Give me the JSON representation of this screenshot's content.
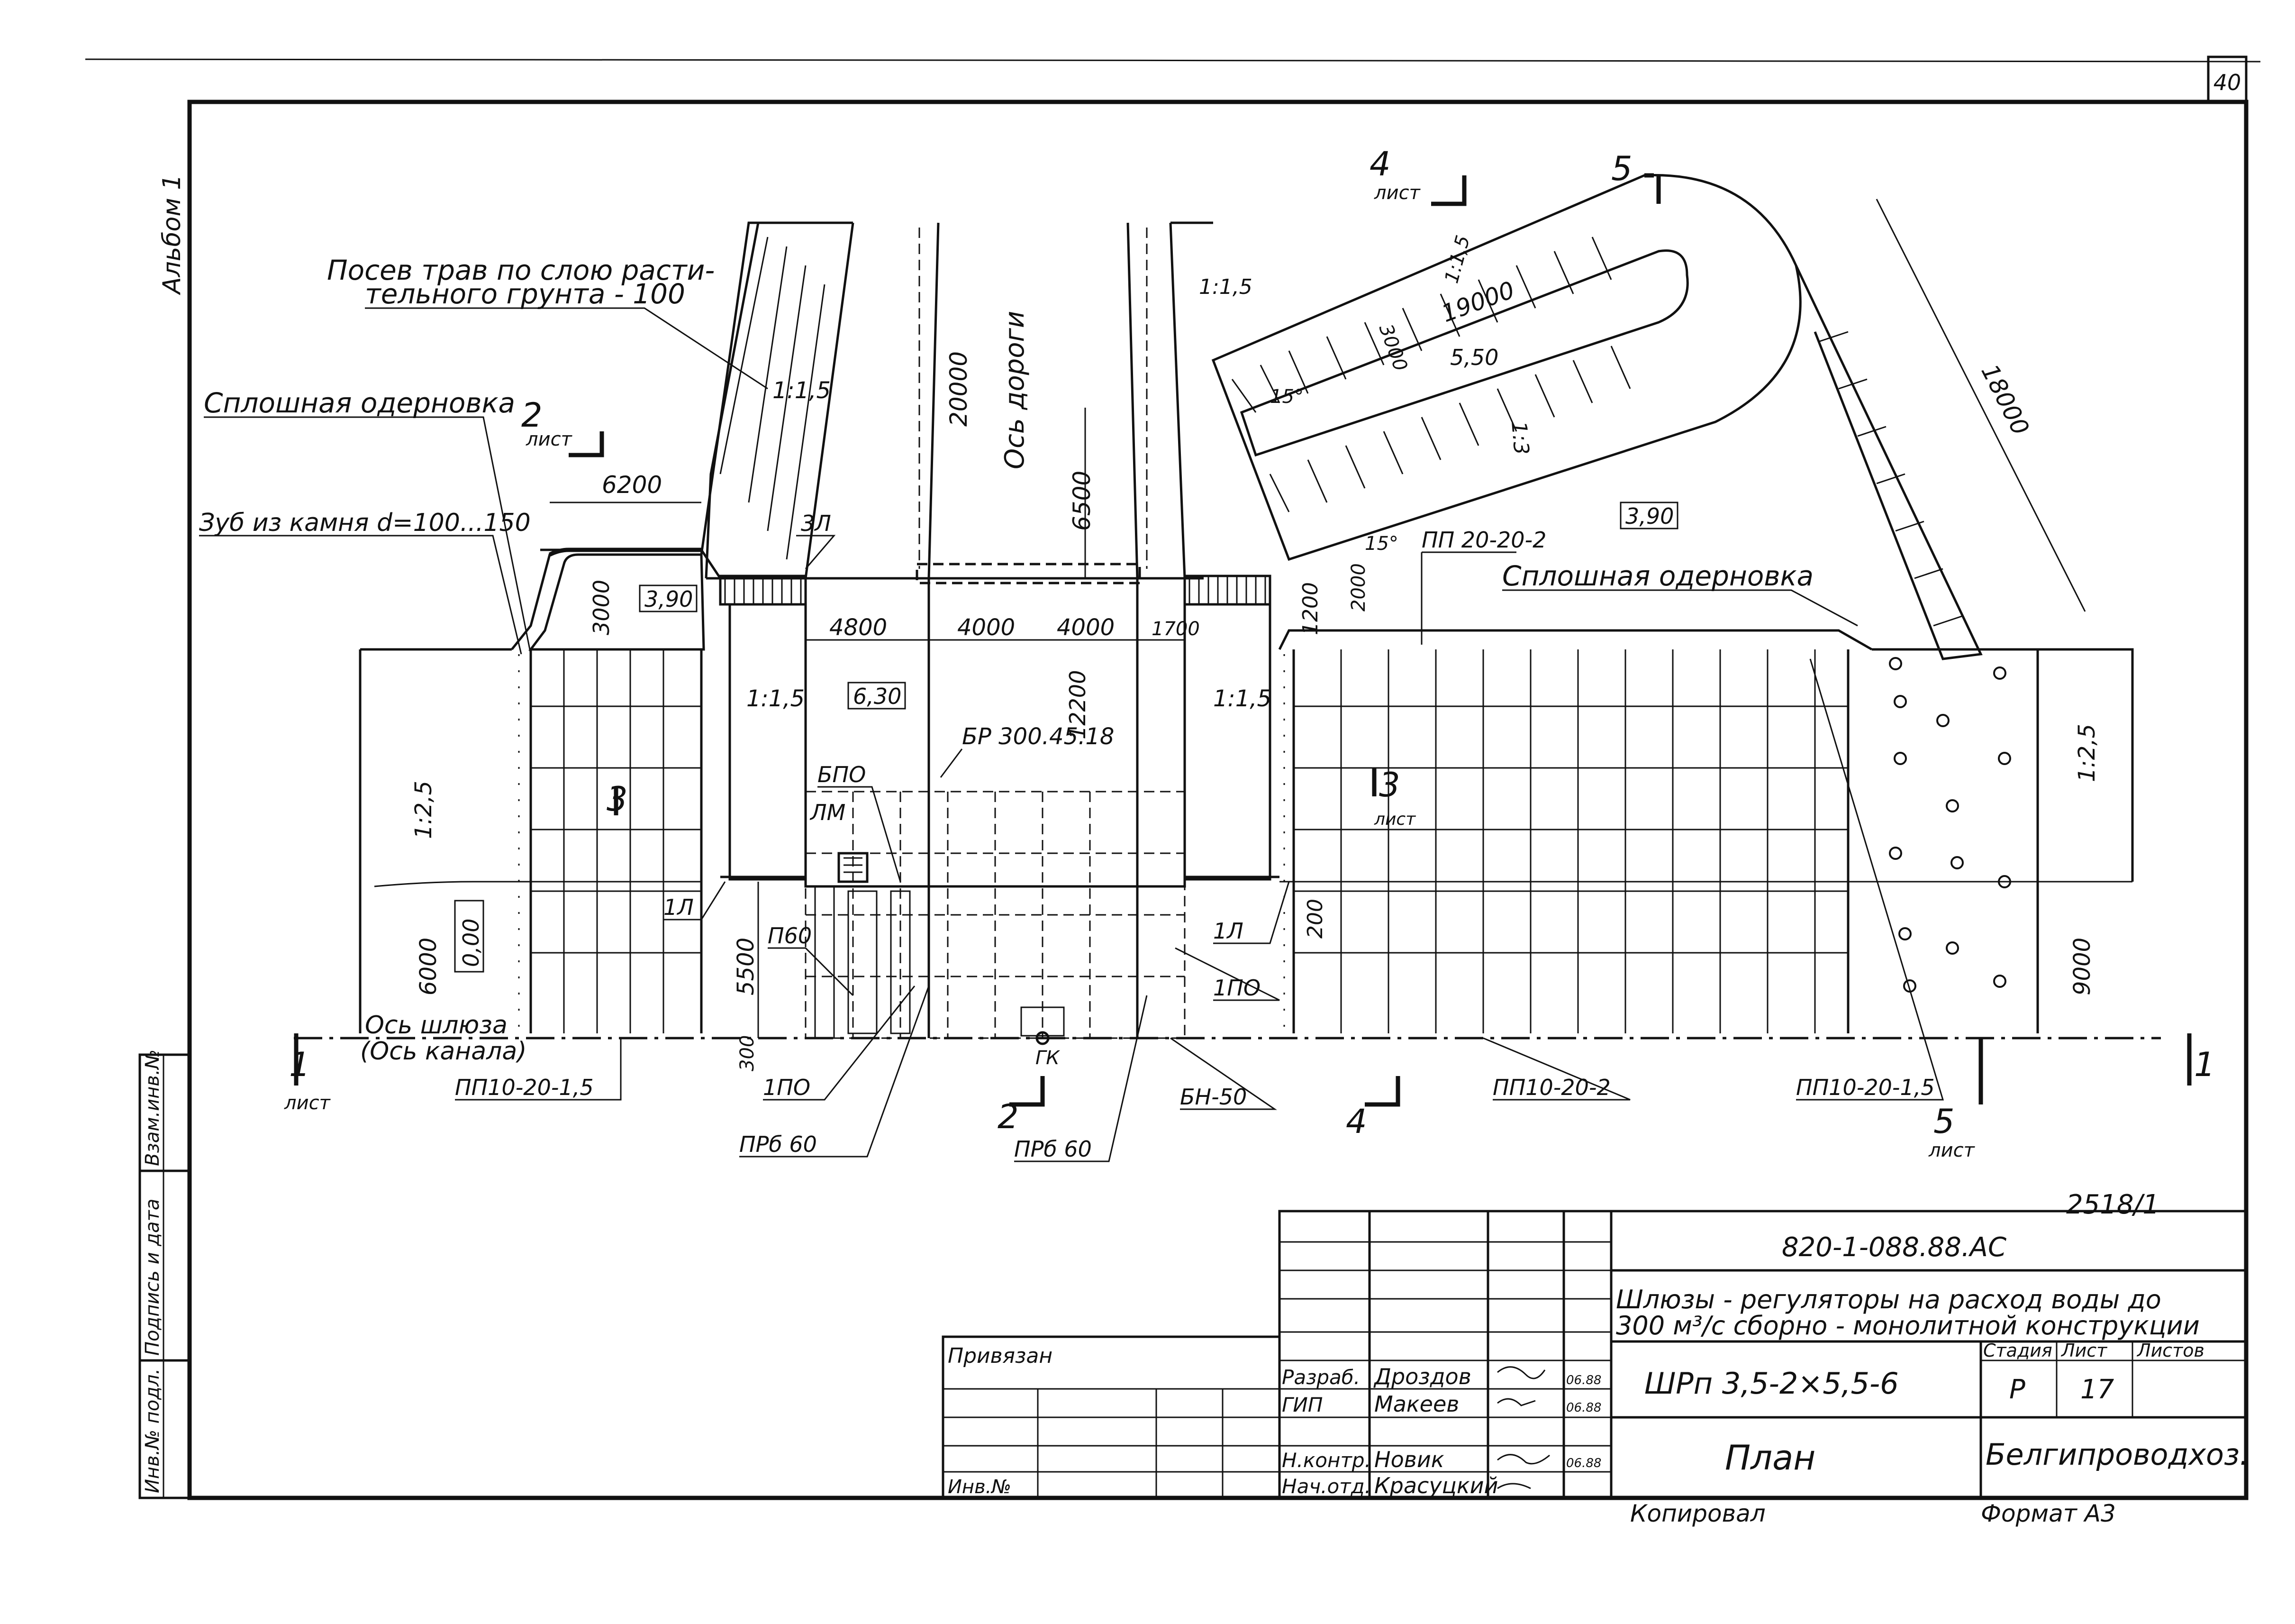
{
  "sheet": {
    "page_number": "40",
    "album": "Альбом 1",
    "sheet_code": "2518/1"
  },
  "plan": {
    "notes": {
      "grass_line1": "Посев трав по слою расти-",
      "grass_line2": "тельного грунта - 100",
      "sod_left": "Сплошная одерновка",
      "sod_right": "Сплошная одерновка",
      "stone_tooth": "Зуб из камня d=100...150",
      "road_axis": "Ось дороги",
      "lock_axis": "Ось шлюза",
      "canal_axis": "(Ось канала)"
    },
    "elevations": {
      "e390_left": "3,90",
      "e630": "6,30",
      "e550": "5,50",
      "e390_right": "3,90",
      "e000": "0,00"
    },
    "dimensions": {
      "d6200": "6200",
      "d3000_left": "3000",
      "d20000": "20000",
      "d6500": "6500",
      "d4800": "4800",
      "d4000a": "4000",
      "d4000b": "4000",
      "d1700": "1700",
      "d12200": "12200",
      "d1200": "1200",
      "d2000": "2000",
      "d19000": "19000",
      "d3000_ramp": "3000",
      "d18000": "18000",
      "d5500": "5500",
      "d6000": "6000",
      "d9000": "9000",
      "d200": "200",
      "d300": "300"
    },
    "slopes": {
      "s1": "1:1,5",
      "s2": "1:1,5",
      "s3": "1:1,5",
      "s4": "1:1,5",
      "s5": "1:1,5",
      "s6": "1:3",
      "s7": "1:2,5",
      "s8": "1:2,5"
    },
    "angles": {
      "a1": "15°",
      "a2": "15°"
    },
    "elements": {
      "br": "БР 300.45.18",
      "bpo": "БПО",
      "lm": "ЛМ",
      "pb60": "П60",
      "l1_left": "1Л",
      "l1_right": "1Л",
      "l3": "3Л",
      "po1_left": "1ПО",
      "po1_right": "1ПО",
      "prb60_left": "ПРб 60",
      "prb60_right": "ПРб 60",
      "bn50": "БН-50",
      "gk": "ГК",
      "pp_20_20_2": "ПП 20-20-2",
      "pp_10_20_15_left": "ПП10-20-1,5",
      "pp_10_20_2": "ПП10-20-2",
      "pp_10_20_15_right": "ПП10-20-1,5"
    },
    "sections": {
      "s1_num": "1",
      "s1_right": "1",
      "s2_num": "2",
      "s2_num_bottom": "2",
      "s3_num_left": "3",
      "s3_num_right": "3",
      "s4_num_top": "4",
      "s4_num_bottom": "4",
      "s5_num_top": "5",
      "s5_num_bottom": "5",
      "sheet_word": "лист"
    }
  },
  "left_margin": {
    "col1": "Инв.№ подл.",
    "col2": "Подпись и дата",
    "col3": "Взам.инв.№"
  },
  "title_block": {
    "doc_code": "820-1-088.88.АС",
    "project_line1": "Шлюзы - регуляторы на расход воды до",
    "project_line2": "300 м³/с сборно - монолитной конструкции",
    "model": "ШРп 3,5-2×5,5-6",
    "drawing_title": "План",
    "organization": "Белгипроводхоз.",
    "stage_header": "Стадия",
    "sheet_header": "Лист",
    "sheets_header": "Листов",
    "stage_value": "Р",
    "sheet_value": "17",
    "bound_label": "Привязан",
    "inv_label": "Инв.№",
    "copied": "Копировал",
    "format": "Формат А3",
    "roles": [
      {
        "role": "Разраб.",
        "name": "Дроздов",
        "date": "06.88"
      },
      {
        "role": "ГИП",
        "name": "Макеев",
        "date": "06.88"
      },
      {
        "role": "Н.контр.",
        "name": "Новик",
        "date": "06.88"
      },
      {
        "role": "Нач.отд.",
        "name": "Красуцкий",
        "date": ""
      }
    ]
  }
}
